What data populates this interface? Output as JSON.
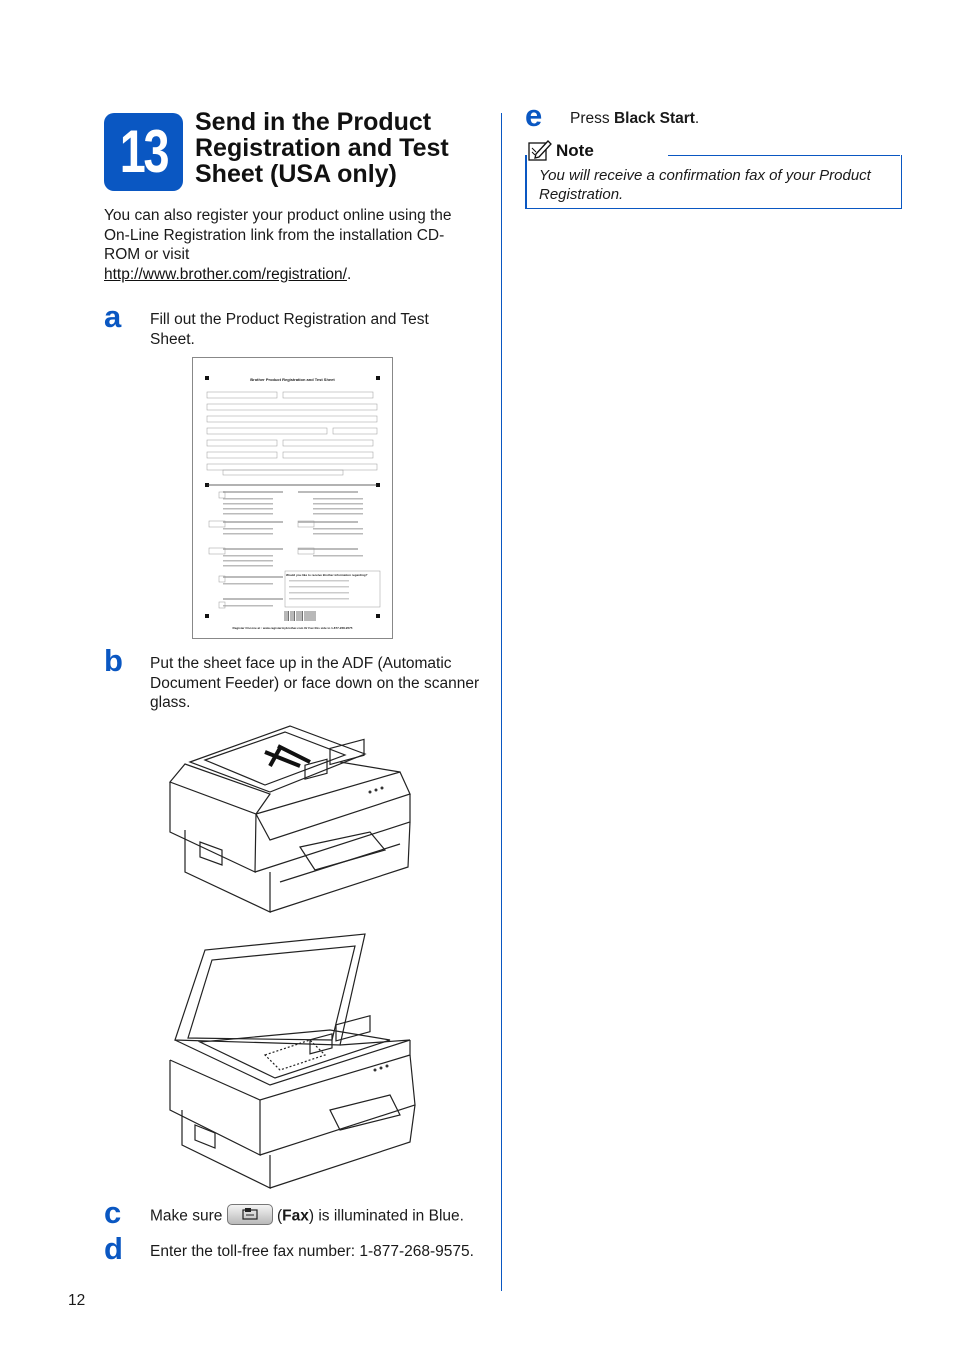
{
  "step": {
    "number": "13",
    "title": "Send in the Product Registration and Test Sheet (USA only)"
  },
  "intro": {
    "text": "You can also register your product online using the On-Line Registration link from the installation CD-ROM or visit",
    "link": "http://www.brother.com/registration/",
    "period": "."
  },
  "steps": [
    {
      "letter": "a",
      "text": "Fill out the Product Registration and Test Sheet."
    },
    {
      "letter": "b",
      "text": "Put the sheet face up in the ADF (Automatic Document Feeder) or face down on the scanner glass."
    },
    {
      "letter": "c",
      "pre": "Make sure",
      "paren_open": " (",
      "bold": "Fax",
      "post": ") is illuminated in Blue."
    },
    {
      "letter": "d",
      "text": "Enter the toll-free fax number: 1-877-268-9575."
    },
    {
      "letter": "e",
      "pre": "Press ",
      "bold": "Black Start",
      "post": "."
    }
  ],
  "form": {
    "title": "Brother Product Registration and Test Sheet",
    "question": "Would you like to receive Brother information regarding?",
    "footer": "Register On-Line at : www.registermybrother.com     Or     Fax this side to 1-877-268-9575"
  },
  "note": {
    "label": "Note",
    "text": "You will receive a confirmation fax of your Product Registration."
  },
  "page_number": "12",
  "colors": {
    "accent": "#0a57c2"
  }
}
